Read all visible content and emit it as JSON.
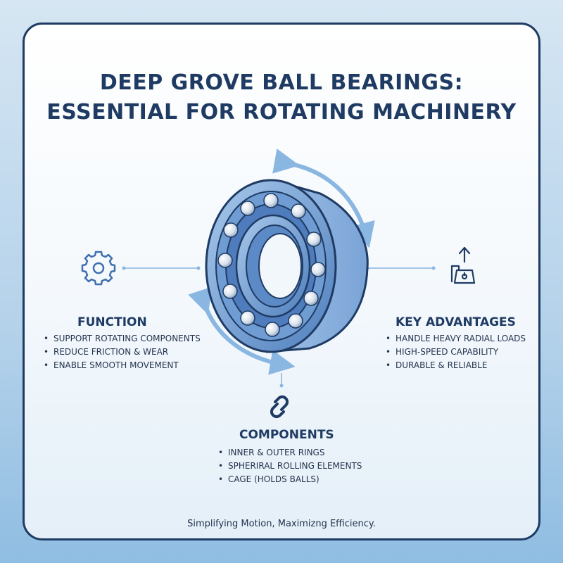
{
  "title": {
    "line1": "DEEP GROVE BALL BEARINGS:",
    "line2": "ESSENTIAL FOR ROTATING MACHINERY"
  },
  "function": {
    "heading": "FUNCTION",
    "items": [
      "SUPPORT ROTATING COMPONENTS",
      "REDUCE FRICTION & WEAR",
      "ENABLE SMOOTH MOVEMENT"
    ],
    "icon": "gear-icon"
  },
  "advantages": {
    "heading": "KEY ADVANTAGES",
    "items": [
      "HANDLE HEAVY RADIAL LOADS",
      "HIGH-SPEED CAPABILITY",
      "DURABLE & RELIABLE"
    ],
    "icon": "load-arrow-icon"
  },
  "components": {
    "heading": "COMPONENTS",
    "items": [
      "INNER & OUTER RINGS",
      "SPHERIRAL ROLLING ELEMENTS",
      "CAGE (HOLDS BALLS)"
    ],
    "icon": "chain-link-icon"
  },
  "tagline": "Simplifying Motion, Maximizng Efficiency.",
  "colors": {
    "navy": "#1f3b63",
    "bearing_blue": "#5b8dc9",
    "arrow_blue": "#8ab6e2",
    "light_blue": "#c8dcf1"
  }
}
